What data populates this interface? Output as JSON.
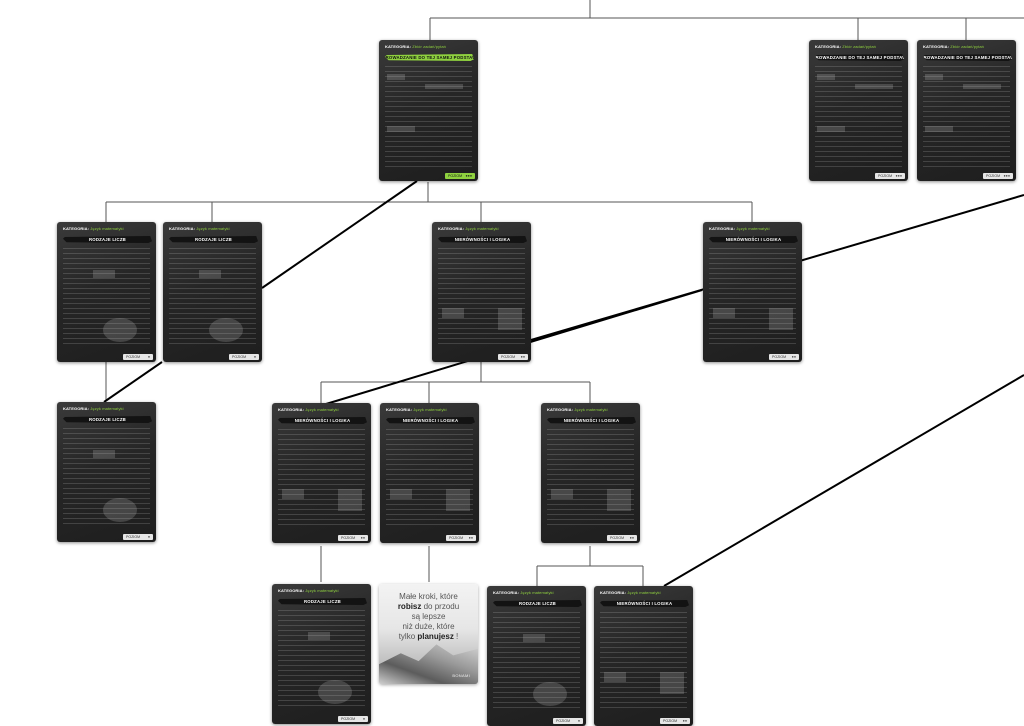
{
  "colors": {
    "accent": "#8fd13f",
    "card_bg": "#262626",
    "connector": "#000000",
    "tree_line": "#555555"
  },
  "category_label": "KATEGORIA:",
  "cards": [
    {
      "id": "c1",
      "category": "Zbiór zadań/pytań",
      "title": "SPROWADZANIE DO TEJ SAMEJ PODSTAWY",
      "level": "POZIOM",
      "stars": "●●●",
      "highlight": true
    },
    {
      "id": "c2",
      "category": "Zbiór zadań/pytań",
      "title": "SPROWADZANIE DO TEJ SAMEJ PODSTAWY",
      "level": "POZIOM",
      "stars": "●●●",
      "highlight": false
    },
    {
      "id": "c3",
      "category": "Zbiór zadań/pytań",
      "title": "SPROWADZANIE DO TEJ SAMEJ PODSTAWY",
      "level": "POZIOM",
      "stars": "●●●",
      "highlight": false
    },
    {
      "id": "c4",
      "category": "Język matematyki",
      "title": "RODZAJE LICZB",
      "level": "POZIOM",
      "stars": "●",
      "highlight": false
    },
    {
      "id": "c5",
      "category": "Język matematyki",
      "title": "RODZAJE LICZB",
      "level": "POZIOM",
      "stars": "●",
      "highlight": false
    },
    {
      "id": "c6",
      "category": "Język matematyki",
      "title": "NIERÓWNOŚCI I LOGIKA",
      "level": "POZIOM",
      "stars": "●●",
      "highlight": false
    },
    {
      "id": "c7",
      "category": "Język matematyki",
      "title": "NIERÓWNOŚCI I LOGIKA",
      "level": "POZIOM",
      "stars": "●●",
      "highlight": false
    },
    {
      "id": "c8",
      "category": "Język matematyki",
      "title": "RODZAJE LICZB",
      "level": "POZIOM",
      "stars": "●",
      "highlight": false
    },
    {
      "id": "c9",
      "category": "Język matematyki",
      "title": "NIERÓWNOŚCI I LOGIKA",
      "level": "POZIOM",
      "stars": "●●",
      "highlight": false
    },
    {
      "id": "c10",
      "category": "Język matematyki",
      "title": "NIERÓWNOŚCI I LOGIKA",
      "level": "POZIOM",
      "stars": "●●",
      "highlight": false
    },
    {
      "id": "c11",
      "category": "Język matematyki",
      "title": "NIERÓWNOŚCI I LOGIKA",
      "level": "POZIOM",
      "stars": "●●",
      "highlight": false
    },
    {
      "id": "c12",
      "category": "Język matematyki",
      "title": "RODZAJE LICZB",
      "level": "POZIOM",
      "stars": "●",
      "highlight": false
    },
    {
      "id": "c14",
      "category": "Język matematyki",
      "title": "RODZAJE LICZB",
      "level": "POZIOM",
      "stars": "●",
      "highlight": false
    },
    {
      "id": "c15",
      "category": "Język matematyki",
      "title": "NIERÓWNOŚCI I LOGIKA",
      "level": "POZIOM",
      "stars": "●●",
      "highlight": false
    }
  ],
  "photo_card": {
    "line1": "Małe kroki, które",
    "line2_bold": "robisz",
    "line2_rest": " do przodu",
    "line3": "są lepsze",
    "line4": "niż duże, które",
    "line5_pre": "tylko ",
    "line5_bold": "planujesz",
    "line5_post": " !",
    "brand": "BONAMI"
  }
}
